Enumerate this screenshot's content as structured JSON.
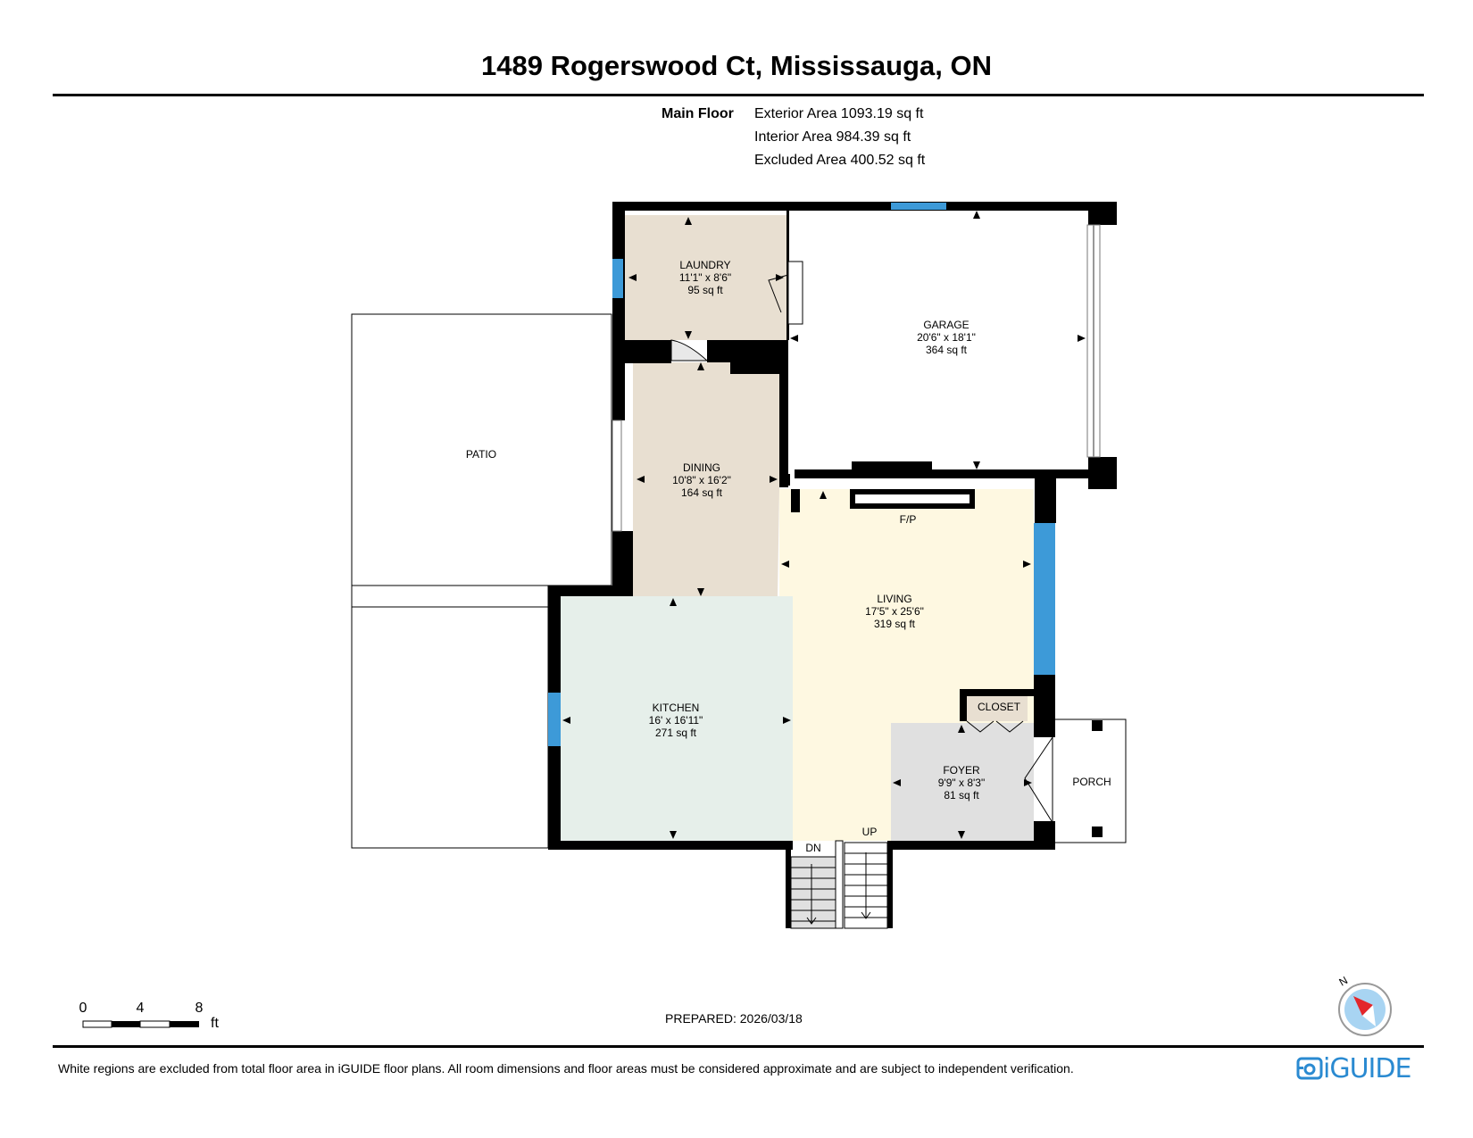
{
  "header": {
    "title": "1489 Rogerswood Ct, Mississauga, ON"
  },
  "summary": {
    "floor_label": "Main Floor",
    "exterior_area": "Exterior Area 1093.19 sq ft",
    "interior_area": "Interior Area 984.39 sq ft",
    "excluded_area": "Excluded Area 400.52 sq ft"
  },
  "rooms": {
    "laundry": {
      "name": "LAUNDRY",
      "dims": "11'1\" x 8'6\"",
      "area": "95 sq ft"
    },
    "garage": {
      "name": "GARAGE",
      "dims": "20'6\" x 18'1\"",
      "area": "364 sq ft"
    },
    "dining": {
      "name": "DINING",
      "dims": "10'8\" x 16'2\"",
      "area": "164 sq ft"
    },
    "living": {
      "name": "LIVING",
      "dims": "17'5\" x 25'6\"",
      "area": "319 sq ft"
    },
    "kitchen": {
      "name": "KITCHEN",
      "dims": "16' x 16'11\"",
      "area": "271 sq ft"
    },
    "foyer": {
      "name": "FOYER",
      "dims": "9'9\" x 8'3\"",
      "area": "81 sq ft"
    },
    "closet": {
      "name": "CLOSET"
    },
    "patio": {
      "name": "PATIO"
    },
    "porch": {
      "name": "PORCH"
    }
  },
  "labels": {
    "fireplace": "F/P",
    "stairs_down": "DN",
    "stairs_up": "UP"
  },
  "scale": {
    "tick0": "0",
    "tick1": "4",
    "tick2": "8",
    "unit": "ft"
  },
  "compass": {
    "north_label": "N"
  },
  "footer": {
    "prepared": "PREPARED: 2026/03/18",
    "disclaimer": "White regions are excluded from total floor area in iGUIDE floor plans. All room dimensions and floor areas must be considered approximate and are subject to independent verification.",
    "brand": "iGUIDE"
  },
  "colors": {
    "wall": "#000000",
    "window": "#3d9ad8",
    "laundry_fill": "#e8dfd1",
    "dining_fill": "#e8dfd1",
    "living_fill": "#fef8e1",
    "kitchen_fill": "#e6efea",
    "foyer_fill": "#e0e0e0",
    "closet_fill": "#e8dfd1",
    "brand": "#2a8ad1",
    "compass_red": "#e3262b",
    "compass_blue": "#a8d4f2"
  }
}
